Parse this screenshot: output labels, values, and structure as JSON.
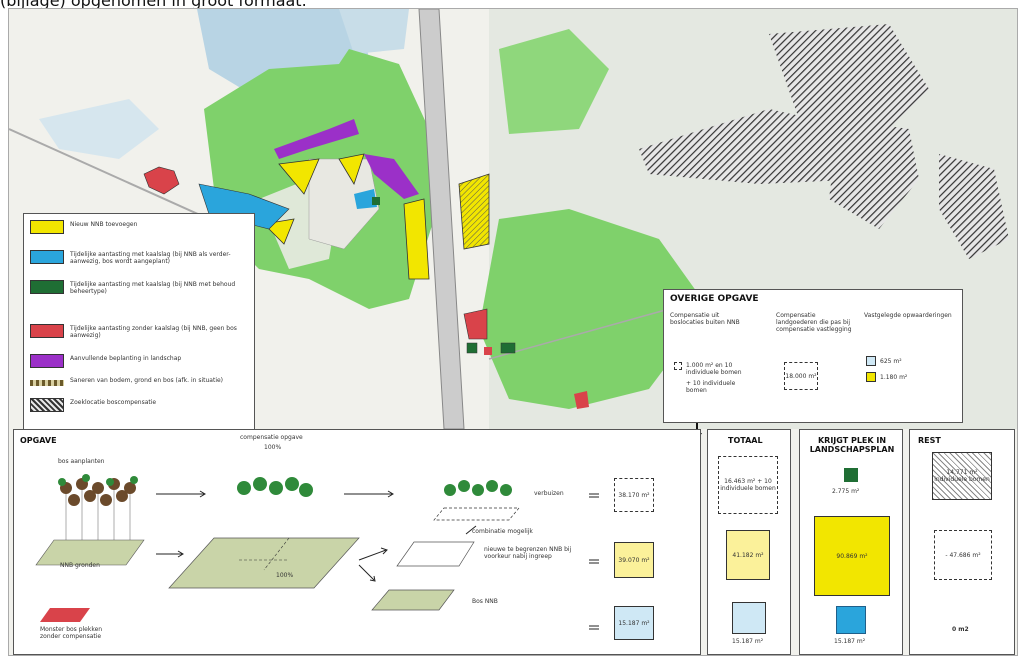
{
  "caption": "(bijlage) opgenomen in groot formaat.",
  "colors": {
    "new_nnb": "#f2e600",
    "temp_blue": "#2aa5dc",
    "temp_green": "#1f6e34",
    "temp_red": "#d9434a",
    "purple": "#9b30c8",
    "nnb_green": "#7fd16b",
    "rest_hatch": "#444444"
  },
  "legend": {
    "items": [
      {
        "label": "Nieuw NNB toevoegen",
        "swatch": "yellow"
      },
      {
        "label": "Tijdelijke aantasting met kaalslag (bij NNB als verder-aanwezig, bos wordt aangeplant)",
        "swatch": "blue"
      },
      {
        "label": "Tijdelijke aantasting met kaalslag (bij NNB met behoud beheertype)",
        "swatch": "green"
      },
      {
        "label": "Tijdelijke aantasting zonder kaalslag (bij NNB, geen bos aanwezig)",
        "swatch": "red"
      },
      {
        "label": "Aanvullende beplanting in landschap",
        "swatch": "purple"
      },
      {
        "label": "Saneren van bodem, grond en bos (afk. in situatie)",
        "swatch": "hatch-line"
      },
      {
        "label": "Zoeklocatie boscompensatie",
        "swatch": "hatch"
      }
    ]
  },
  "overige": {
    "title": "OVERIGE OPGAVE",
    "col1": "Compensatie uit boslocaties buiten NNB",
    "col2": "Compensatie landgoederen die pas bij compensatie vastlegging",
    "col3": "Vastgelegde opwaarderingen",
    "item1": "1.000 m² en 10 individuele bomen",
    "item1b": "+ 10 individuele bomen",
    "item2": "18.000 m²",
    "item3": "625 m²",
    "item4": "1.180 m²"
  },
  "opgave": {
    "title": "OPGAVE",
    "compensatie": "compensatie opgave",
    "percent_top": "100%",
    "bos_aanplanten": "bos aanplanten",
    "nnb_gronden": "NNB gronden",
    "percent_mid": "100%",
    "verbuizen": "verbuizen",
    "verbuizen_sub": "combinatie mogelijk",
    "nieuwe_nnb": "nieuwe te begrenzen NNB bij voorkeur nabij ingreep",
    "bos_nnb": "Bos NNB",
    "rood": "Monster bos plekken zonder compensatie",
    "val1": "38.170 m²",
    "val2": "39.070 m²",
    "val3": "15.187 m²"
  },
  "totaal": {
    "title": "TOTAAL",
    "val1": "16.463 m² + 10 individuele bomen",
    "val2": "41.182 m²",
    "val3": "15.187 m²"
  },
  "krijgtplek": {
    "title": "KRIJGT PLEK IN LANDSCHAPSPLAN",
    "val1": "2.775 m²",
    "val2": "90.869 m²",
    "val3": "15.187 m²"
  },
  "rest": {
    "title": "REST",
    "val1": "14.771 m² individuele bomen",
    "val2": "- 47.686 m²",
    "val3": "0 m2"
  }
}
